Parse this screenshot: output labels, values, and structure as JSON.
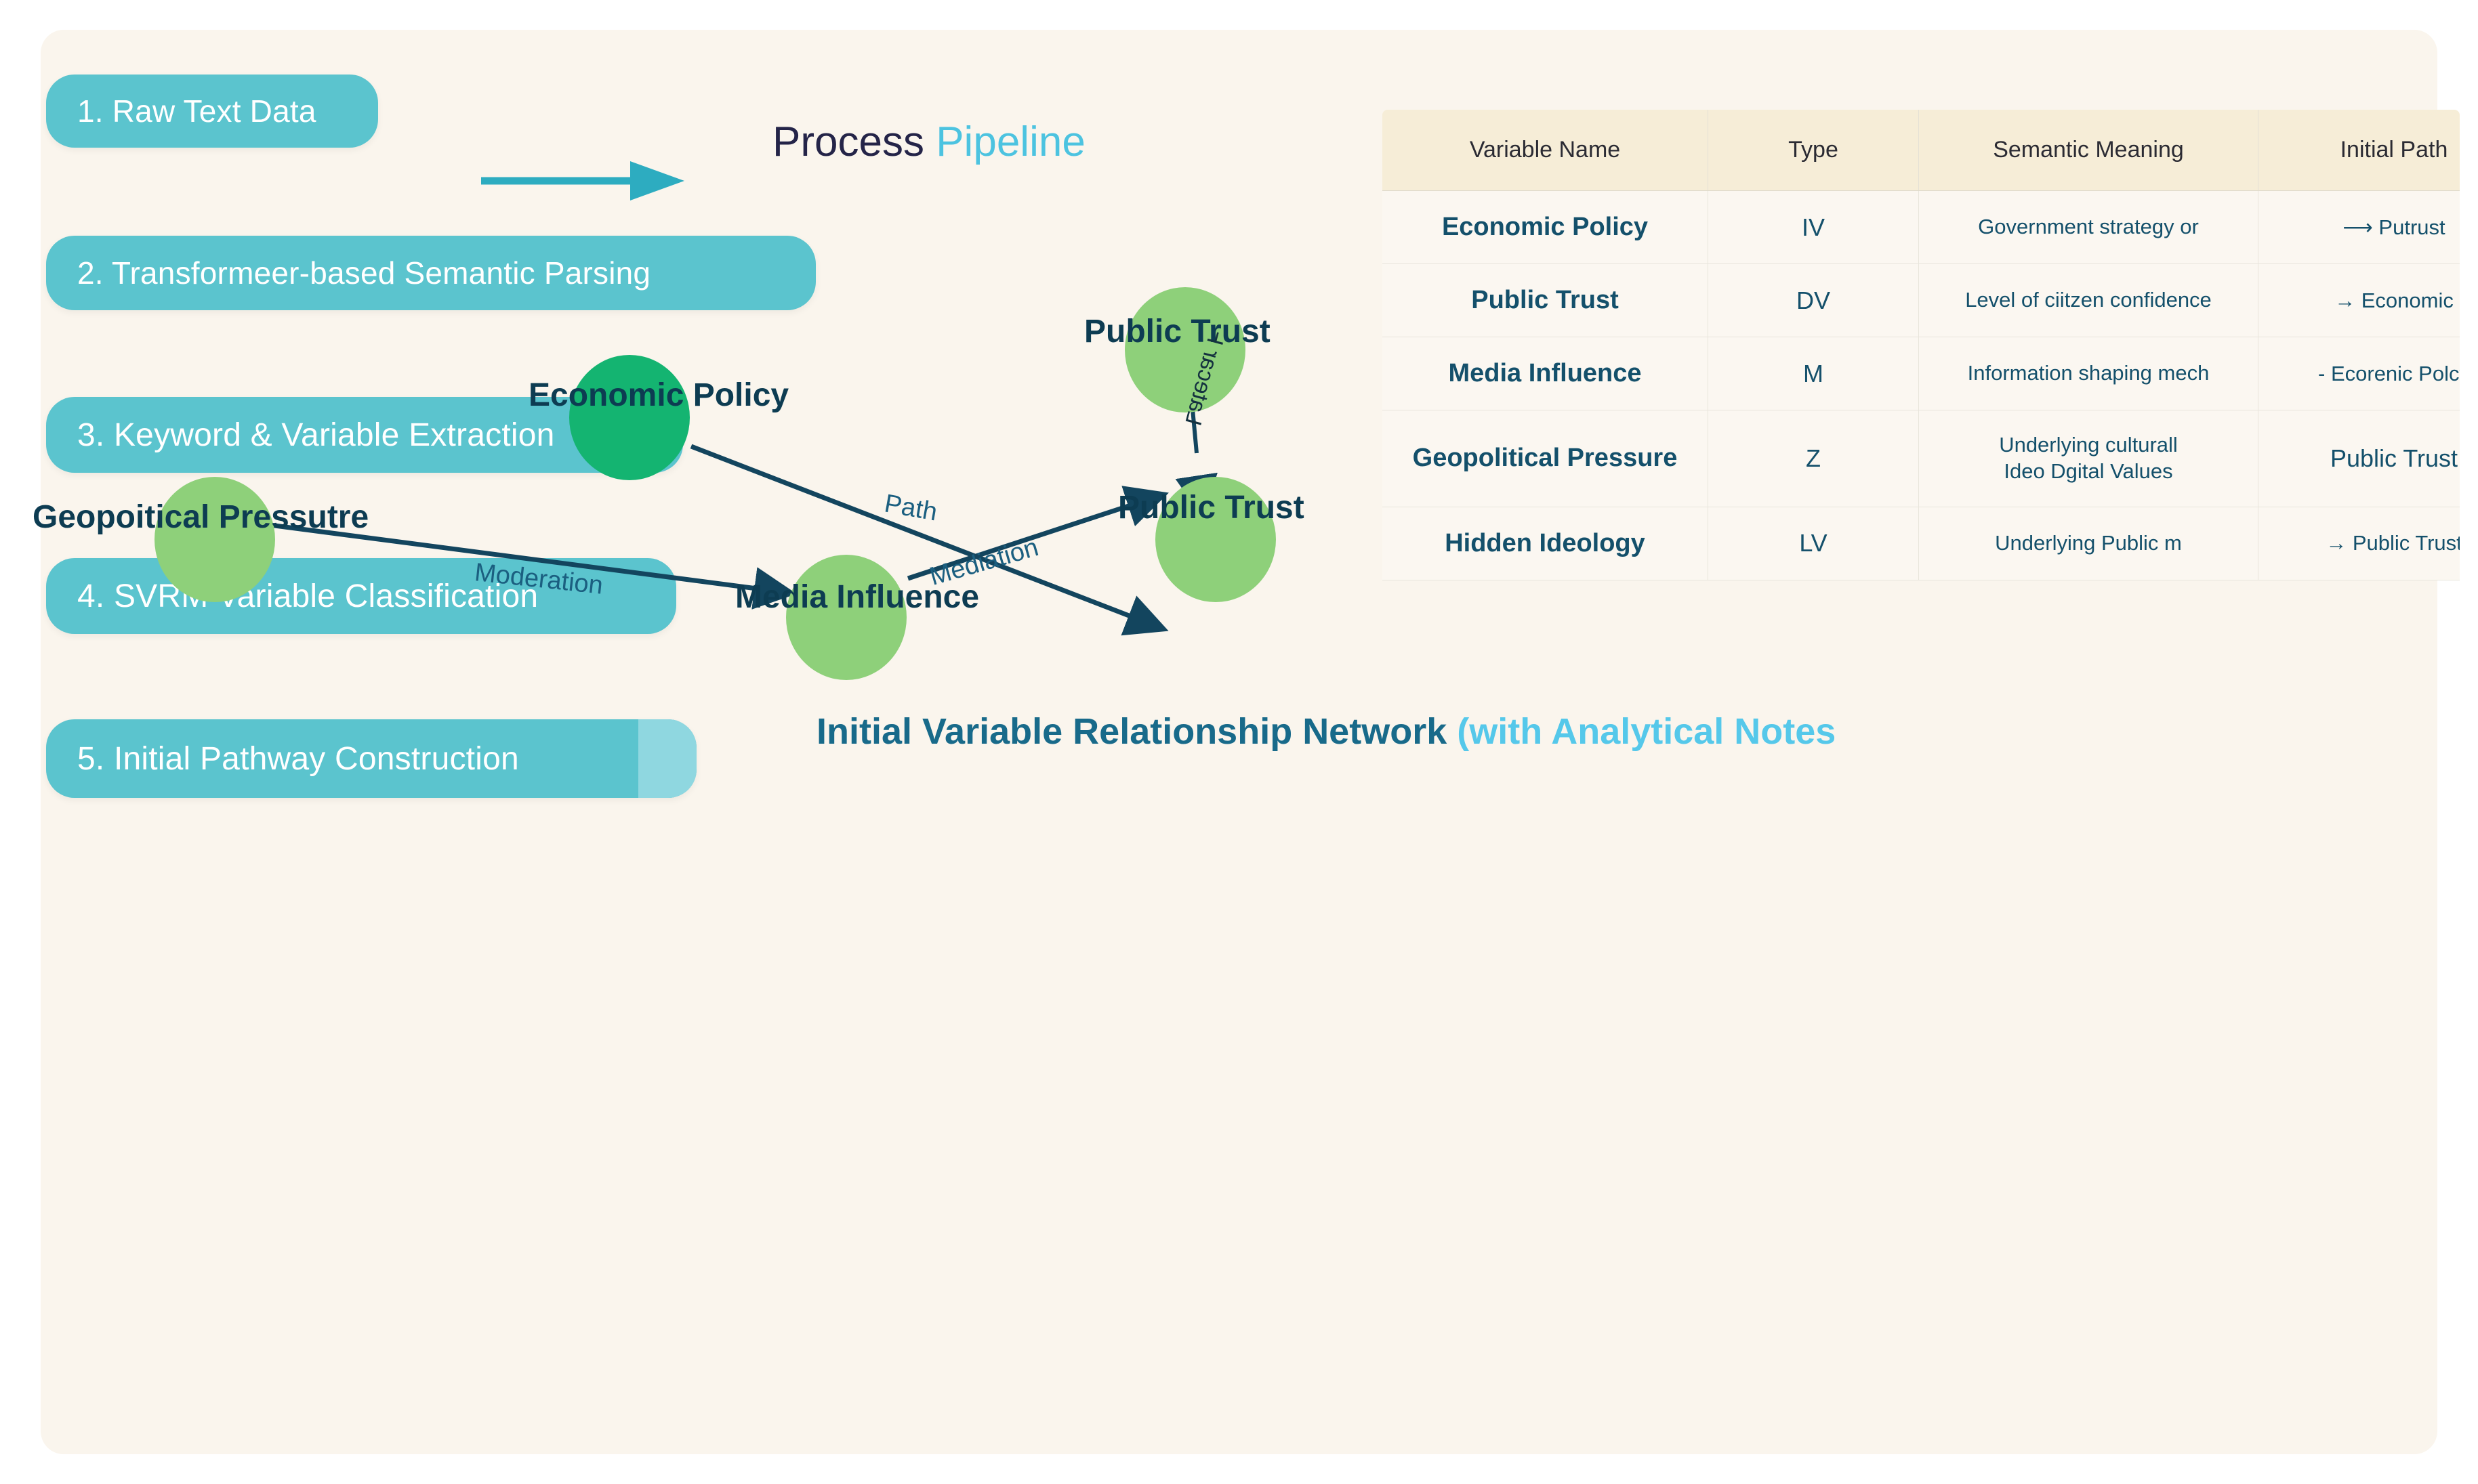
{
  "canvas": {
    "background": "#faf5ed",
    "page_background": "#ffffff"
  },
  "pipeline": {
    "heading_main": "Process",
    "heading_accent": "Pipeline",
    "arrow_icon": "right-arrow-icon",
    "color": "#5bc4ce",
    "cap_color": "#8fd7e0",
    "steps": [
      {
        "label": "1. Raw Text Data"
      },
      {
        "label": "2. Transformeer-based Semantic Parsing"
      },
      {
        "label": "3. Keyword & Variable Extraction"
      },
      {
        "label": "4. SVRM Variable Classification"
      },
      {
        "label": "5. Initial Pathway Construction"
      }
    ]
  },
  "table": {
    "header_background": "#f6edd7",
    "columns": [
      "Variable Name",
      "Type",
      "Semantic Meaning",
      "Initial Path"
    ],
    "rows": [
      {
        "name": "Economic Policy",
        "type": "IV",
        "meaning": "Government strategy or",
        "path": "⟶ Putrust",
        "path_big": false
      },
      {
        "name": "Public Trust",
        "type": "DV",
        "meaning": "Level of ciitzen confidence",
        "path": "→ Economic",
        "path_big": false
      },
      {
        "name": "Media Influence",
        "type": "M",
        "meaning": "Information shaping mech",
        "path": "- Ecorenic Polcy",
        "path_big": false
      },
      {
        "name": "Geopolitical Pressure",
        "type": "Z",
        "meaning": "Underlying culturall\nIdeo Dgital Values",
        "path": "Public Trust",
        "path_big": true
      },
      {
        "name": "Hidden Ideology",
        "type": "LV",
        "meaning": "Underlying Public m",
        "path": "→ Public Trust",
        "path_big": false
      }
    ]
  },
  "network": {
    "title_main": "Initial Variable Relationship Network",
    "title_accent": "(with Analytical Notes",
    "node_color": "#8ed07a",
    "node_color_dark": "#14b471",
    "edge_color": "#13455e",
    "nodes": [
      {
        "id": "economic-policy",
        "label": "Economic Policy"
      },
      {
        "id": "public-trust-top",
        "label": "Public Trust"
      },
      {
        "id": "public-trust-right",
        "label": "Public Trust"
      },
      {
        "id": "geopolitical",
        "label": "Geopoitical Pressutre"
      },
      {
        "id": "media-influence",
        "label": "Media Influence"
      }
    ],
    "edges": [
      {
        "from": "economic-policy",
        "to": "public-trust-right",
        "label": "Path"
      },
      {
        "from": "geopolitical",
        "to": "media-influence",
        "label": "Moderation"
      },
      {
        "from": "media-influence",
        "to": "public-trust-right",
        "label": "Mediation"
      },
      {
        "from": "public-trust-top",
        "to": "public-trust-right",
        "label": "Latecar Ⱶ"
      }
    ]
  }
}
